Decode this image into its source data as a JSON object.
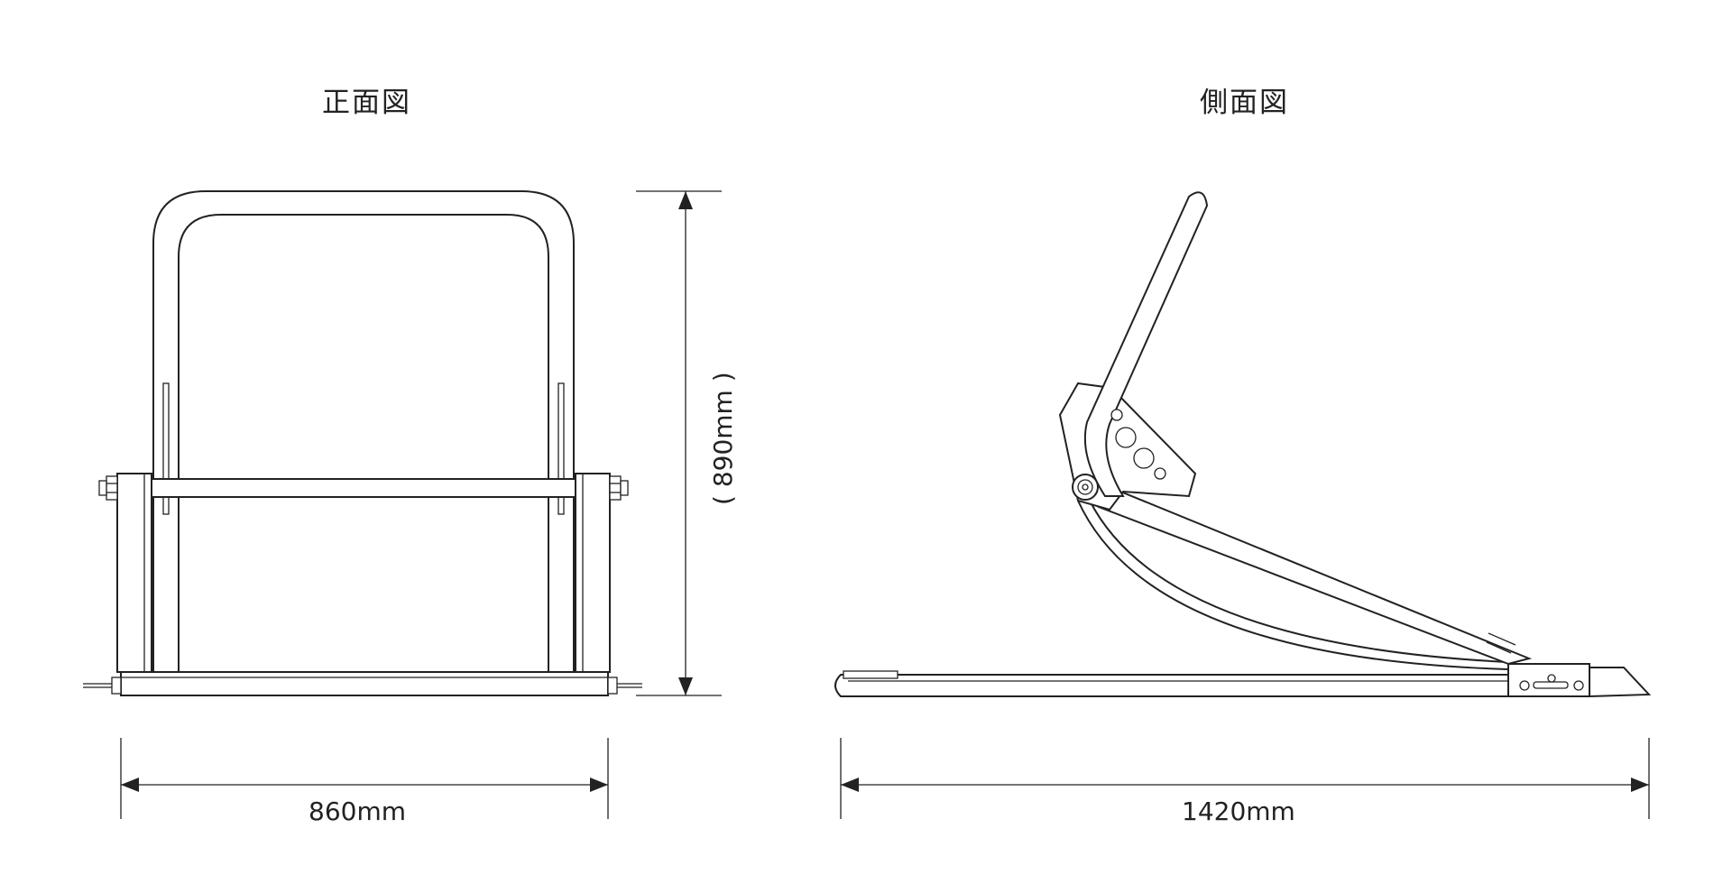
{
  "views": {
    "front": {
      "title": "正面図"
    },
    "side": {
      "title": "側面図"
    }
  },
  "dimensions": {
    "width": "860mm",
    "height": "( 890mm )",
    "length": "1420mm"
  }
}
